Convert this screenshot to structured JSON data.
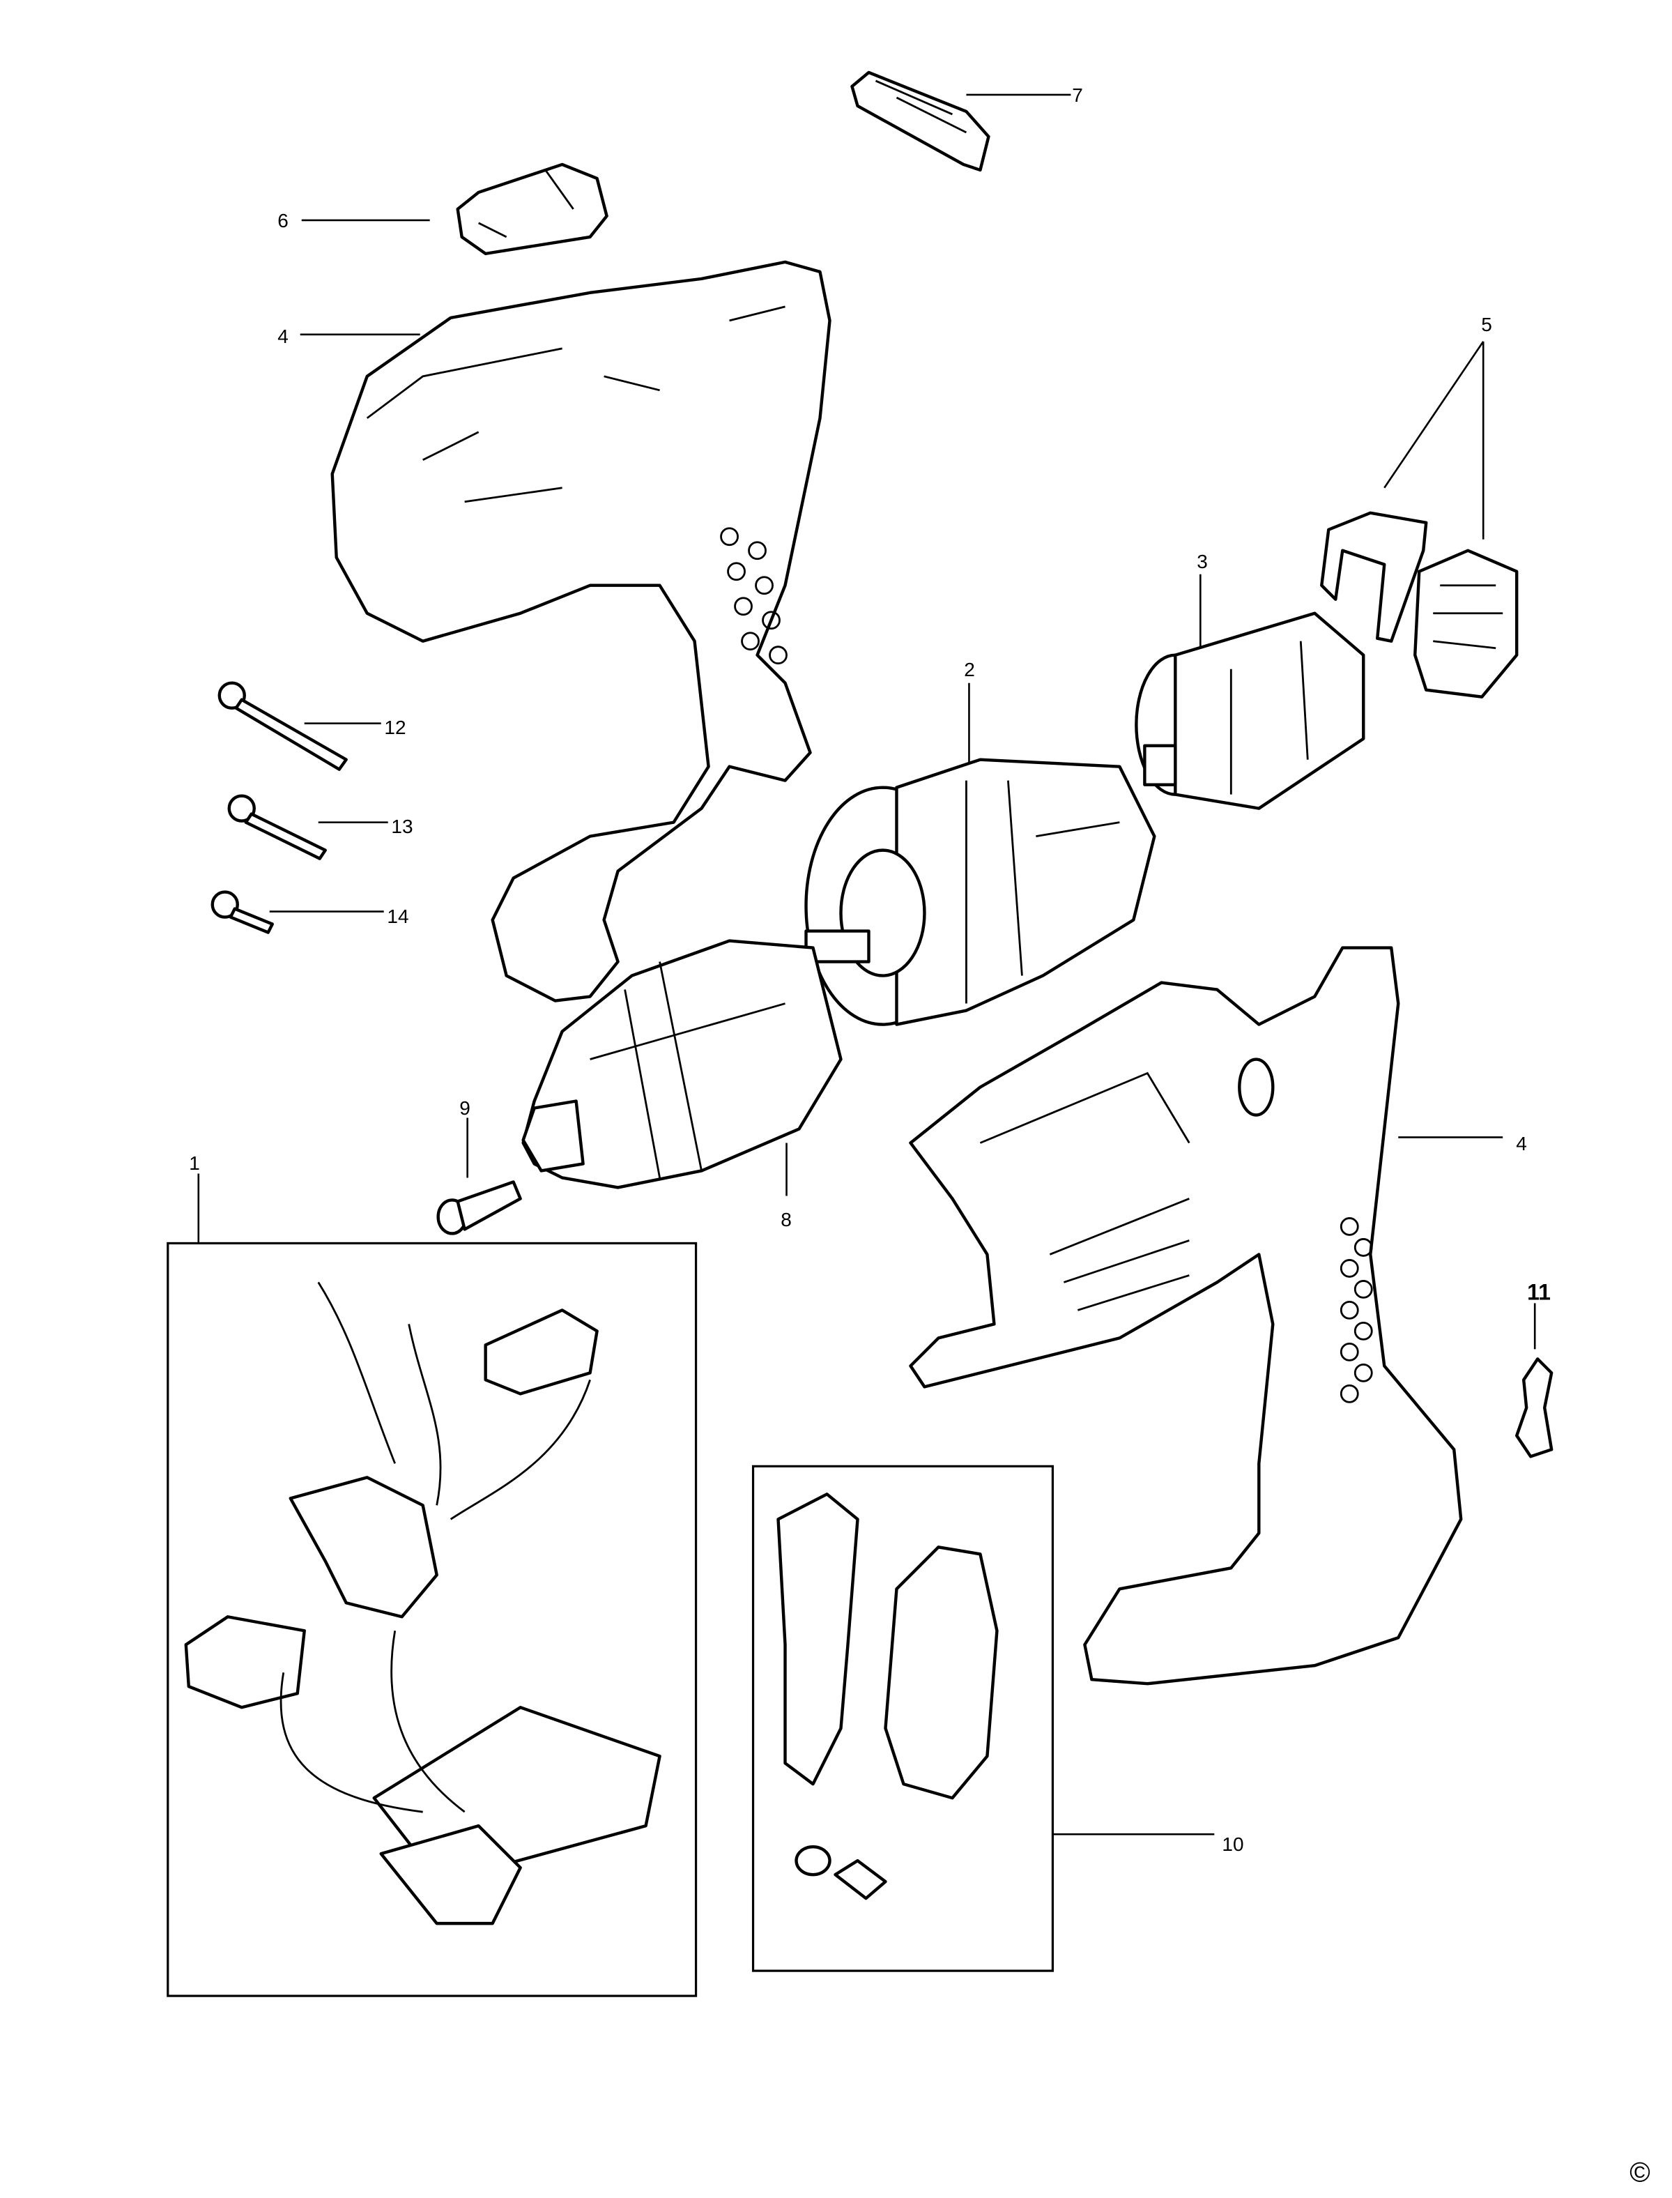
{
  "callouts": {
    "p1": "1",
    "p2": "2",
    "p3": "3",
    "p4a": "4",
    "p4b": "4",
    "p5": "5",
    "p6": "6",
    "p7": "7",
    "p8": "8",
    "p9": "9",
    "p10": "10",
    "p11": "11",
    "p12": "12",
    "p13": "13",
    "p14": "14"
  },
  "copyright": "©"
}
